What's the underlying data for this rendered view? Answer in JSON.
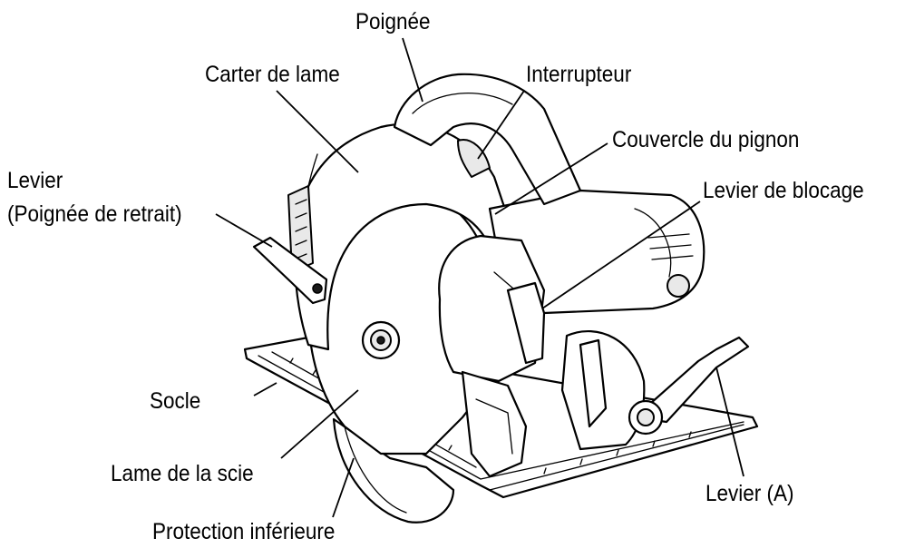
{
  "labels": {
    "poignee": "Poignée",
    "carter_de_lame": "Carter de lame",
    "interrupteur": "Interrupteur",
    "couvercle_du_pignon": "Couvercle du pignon",
    "levier_line1": "Levier",
    "levier_line2": "(Poignée de retrait)",
    "levier_de_blocage": "Levier de blocage",
    "socle": "Socle",
    "lame_de_la_scie": "Lame de la scie",
    "levier_a": "Levier (A)",
    "protection_inferieure": "Protection inférieure"
  }
}
